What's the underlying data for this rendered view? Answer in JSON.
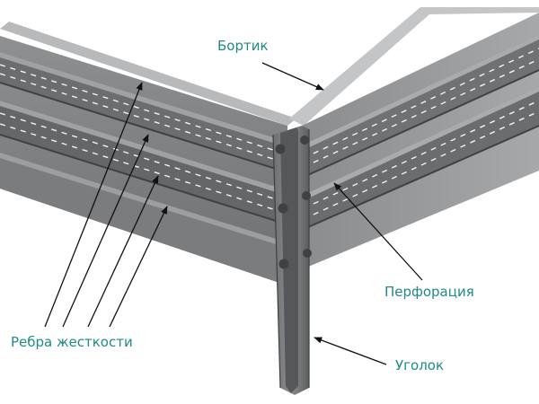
{
  "labels": {
    "bortik": "Бортик",
    "perforatsiya": "Перфорация",
    "rebra": "Ребра жесткости",
    "ugolok": "Уголок"
  },
  "colors": {
    "label_text": "#1f8a86",
    "panel_face": "#7d7f81",
    "panel_dark": "#4e5052",
    "panel_light": "#a7a9ab",
    "perforation": "#f2f2f2",
    "arrow": "#111111"
  }
}
